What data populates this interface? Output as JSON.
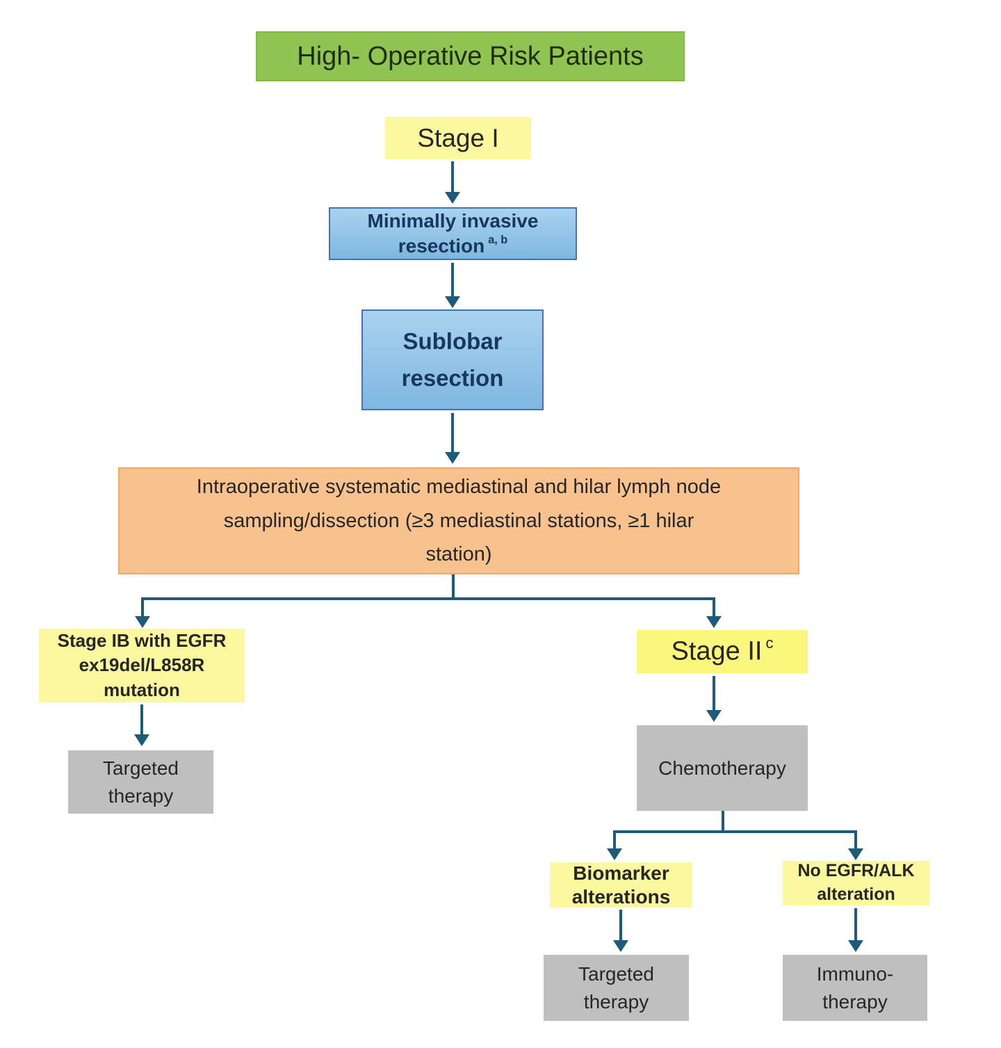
{
  "palette": {
    "green": "#90C452",
    "greenBorder": "#84B747",
    "yellow": "#FBF8A0",
    "yellowBright": "#FBF77D",
    "blueTop": "#A9D2EE",
    "blueBottom": "#7FB7E0",
    "blueBorder": "#3F76AE",
    "orange": "#F8C28F",
    "orangeBorder": "#F0A963",
    "gray": "#BFBFBF",
    "arrow": "#1E5B7B",
    "textDark": "#262626",
    "textNavy": "#17375D",
    "textGreenDark": "#1F2D08"
  },
  "nodes": {
    "title": {
      "label": "High- Operative Risk Patients"
    },
    "stage1": {
      "label": "Stage I"
    },
    "min_invasive": {
      "label": "Minimally invasive\nresection",
      "sup": "a, b"
    },
    "sublobar": {
      "label": "Sublobar\nresection"
    },
    "lymph": {
      "label": "Intraoperative systematic mediastinal and hilar lymph node\nsampling/dissection (≥3 mediastinal stations, ≥1 hilar\nstation)"
    },
    "stage_ib": {
      "label": "Stage IB with EGFR\nex19del/L858R\nmutation"
    },
    "targeted_left": {
      "label": "Targeted\ntherapy"
    },
    "stage2": {
      "label": "Stage II",
      "sup": "c"
    },
    "chemo": {
      "label": "Chemotherapy"
    },
    "biomarker": {
      "label": "Biomarker\nalterations"
    },
    "no_egfr": {
      "label": "No EGFR/ALK\nalteration"
    },
    "targeted_right": {
      "label": "Targeted\ntherapy"
    },
    "immuno": {
      "label": "Immuno-\ntherapy"
    }
  },
  "edges": [
    {
      "from": "stage1",
      "to": "min_invasive"
    },
    {
      "from": "min_invasive",
      "to": "sublobar"
    },
    {
      "from": "sublobar",
      "to": "lymph"
    },
    {
      "from": "lymph",
      "to": "stage_ib"
    },
    {
      "from": "lymph",
      "to": "stage2"
    },
    {
      "from": "stage_ib",
      "to": "targeted_left"
    },
    {
      "from": "stage2",
      "to": "chemo"
    },
    {
      "from": "chemo",
      "to": "biomarker"
    },
    {
      "from": "chemo",
      "to": "no_egfr"
    },
    {
      "from": "biomarker",
      "to": "targeted_right"
    },
    {
      "from": "no_egfr",
      "to": "immuno"
    }
  ]
}
